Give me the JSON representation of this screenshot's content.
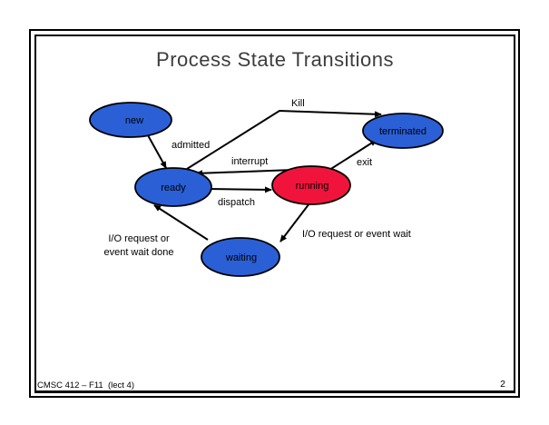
{
  "slide": {
    "title": "Process State Transitions",
    "footer_left": "CMSC 412 – F11  (lect 4)",
    "page_number": "2"
  },
  "colors": {
    "state_blue": "#2a5fd6",
    "state_red": "#f0143c",
    "line": "#000000"
  },
  "diagram": {
    "states": {
      "new": "new",
      "ready": "ready",
      "running": "running",
      "waiting": "waiting",
      "terminated": "terminated"
    },
    "transitions": {
      "admitted": "admitted",
      "kill": "Kill",
      "interrupt": "interrupt",
      "dispatch": "dispatch",
      "exit": "exit",
      "io_wait": "I/O request or event wait",
      "io_done_line1": "I/O request or",
      "io_done_line2": "event wait done"
    }
  }
}
